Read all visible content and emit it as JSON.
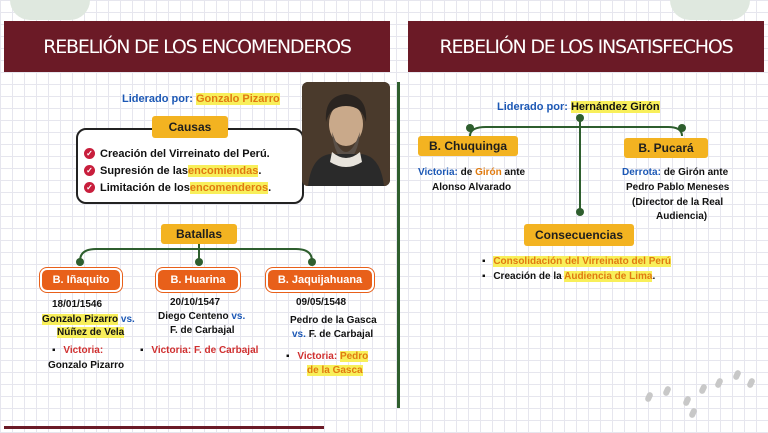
{
  "left": {
    "title": "REBELIÓN DE LOS ENCOMENDEROS",
    "leader_prefix": "Liderado por:",
    "leader_name": "Gonzalo Pizarro",
    "causes_label": "Causas",
    "causes": [
      {
        "pre": "Creación del Virreinato del Perú.",
        "hl": "",
        "post": ""
      },
      {
        "pre": "Supresión de las ",
        "hl": "encomiendas",
        "post": "."
      },
      {
        "pre": "Limitación de los ",
        "hl": "encomenderos",
        "post": "."
      }
    ],
    "battles_label": "Batallas",
    "battles": [
      {
        "name": "B. Iñaquito",
        "date": "18/01/1546",
        "vs_a": "Gonzalo Pizarro",
        "vs_word": "vs.",
        "vs_b": "Núñez de Vela",
        "result_label": "Victoria:",
        "result_value": "Gonzalo Pizarro"
      },
      {
        "name": "B. Huarina",
        "date": "20/10/1547",
        "vs_a": "Diego Centeno",
        "vs_word": "vs.",
        "vs_b": "F. de Carbajal",
        "result_label": "Victoria:",
        "result_value": "F. de Carbajal"
      },
      {
        "name": "B. Jaquijahuana",
        "date": "09/05/1548",
        "vs_a": "Pedro de la Gasca",
        "vs_word": "vs.",
        "vs_b": "F. de Carbajal",
        "result_label": "Victoria:",
        "result_value_1": "Pedro",
        "result_value_2": "de la Gasca"
      }
    ]
  },
  "right": {
    "title": "REBELIÓN DE LOS INSATISFECHOS",
    "leader_prefix": "Liderado por:",
    "leader_name": "Hernández Girón",
    "battles": [
      {
        "name": "B. Chuquinga",
        "result_label": "Victoria:",
        "line1_mid": "de",
        "line1_name": "Girón",
        "line1_post": "ante",
        "line2": "Alonso Alvarado"
      },
      {
        "name": "B. Pucará",
        "result_label": "Derrota:",
        "line1_rest": "de Girón ante",
        "line2": "Pedro Pablo Meneses",
        "note1": "(Director de la Real",
        "note2": "Audiencia)"
      }
    ],
    "consequences_label": "Consecuencias",
    "consequences": [
      {
        "pre": "",
        "hl": "Consolidación del Virreinato del Perú",
        "post": ""
      },
      {
        "pre": "Creación de la ",
        "hl": "Audiencia de Lima",
        "post": "."
      }
    ]
  },
  "colors": {
    "title_bar": "#6b1a26",
    "orange_box": "#f3b321",
    "red_box": "#e8601a",
    "tree_line": "#2e5e2e",
    "highlight": "#f8ef5a",
    "accent_blue": "#1c58b5"
  },
  "icons": {
    "check": "check-circle-icon",
    "portrait": "portrait-image"
  }
}
